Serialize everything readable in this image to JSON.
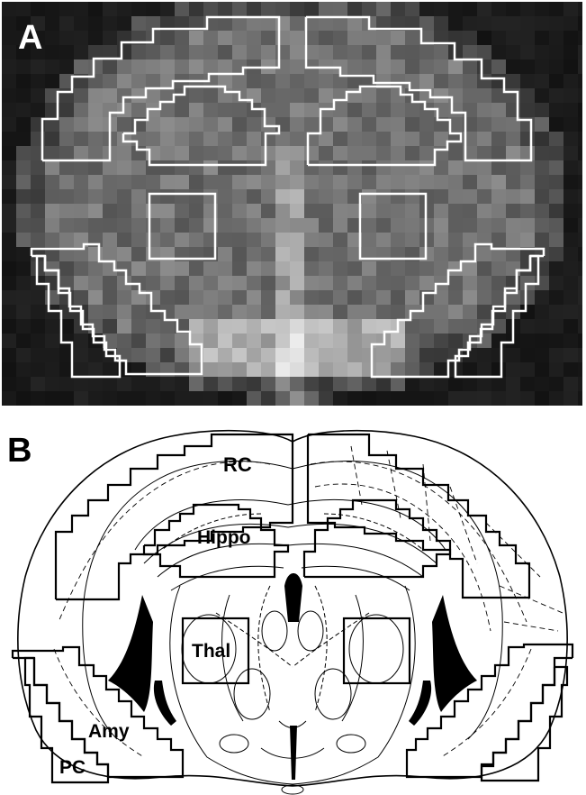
{
  "figure": {
    "panel_a": {
      "letter": "A",
      "description_tag": "mri-coronal-slice-with-roi-outlines"
    },
    "panel_b": {
      "letter": "B",
      "description_tag": "coronal-atlas-section-with-roi-outlines",
      "labels": {
        "rc": "RC",
        "hippo": "Hippo",
        "thal": "Thal",
        "amy": "Amy",
        "pc": "PC"
      }
    },
    "colors": {
      "panel_a_background": "#151515",
      "panel_a_roi": "#ffffff",
      "panel_b_ink": "#000000",
      "panel_b_background": "#ffffff"
    }
  }
}
